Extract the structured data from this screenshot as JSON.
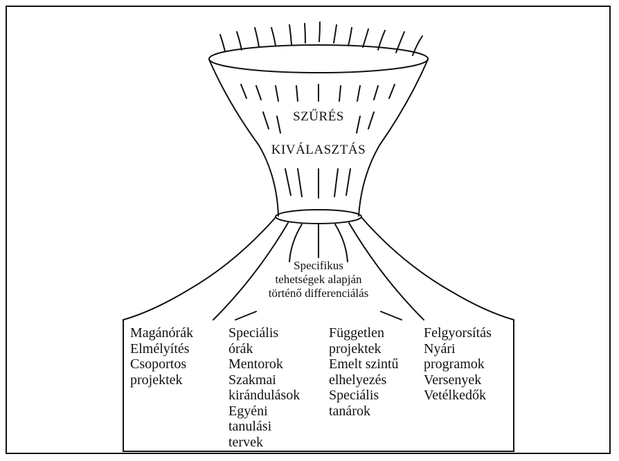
{
  "funnel": {
    "top_label": "SZŰRÉS",
    "second_label": "KIVÁLASZTÁS",
    "differentiation_lines": [
      "Specifikus",
      "tehetségek alapján",
      "történő differenciálás"
    ]
  },
  "columns": [
    {
      "items": [
        "Magánórák",
        "Elmélyítés",
        "Csoportos",
        "projektek"
      ]
    },
    {
      "items": [
        "Speciális",
        "órák",
        "Mentorok",
        "Szakmai",
        "kirándulások",
        "Egyéni",
        "tanulási",
        "tervek"
      ]
    },
    {
      "items": [
        "Független",
        "projektek",
        "Emelt szintű",
        "elhelyezés",
        "Speciális",
        "tanárok"
      ]
    },
    {
      "items": [
        "Felgyorsítás",
        "Nyári",
        "programok",
        "Versenyek",
        "Vetélkedők"
      ]
    }
  ]
}
